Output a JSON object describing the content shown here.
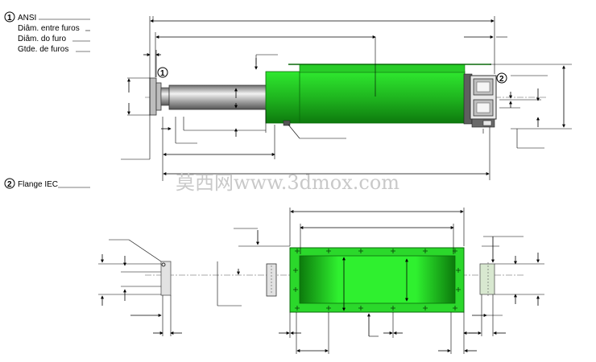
{
  "legend": {
    "marker_1": "1",
    "marker_2": "2",
    "item_1": "ANSI",
    "item_2": "Diâm. entre furos",
    "item_3": "Diâm. do furo",
    "item_4": "Gtde. de furos",
    "item_5": "Flange IEC"
  },
  "watermark": "莫西网www.3dmox.com",
  "colors": {
    "body_green": "#22dd22",
    "body_green_dark": "#0a6a0a",
    "shaft_grey": "#9e9e9e",
    "flange_grey": "#bdbdbd"
  }
}
